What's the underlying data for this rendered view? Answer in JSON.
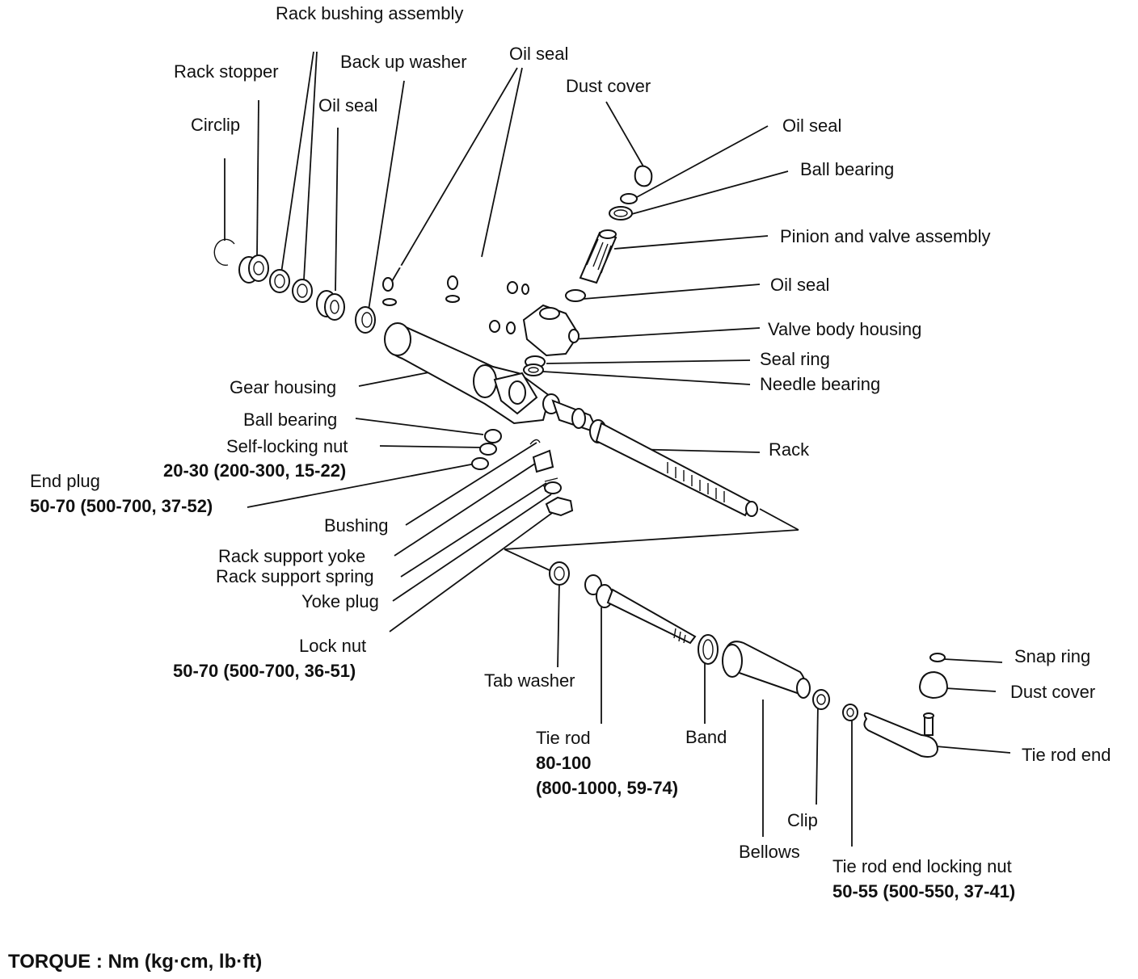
{
  "labels": {
    "rack_bushing_assembly": "Rack bushing assembly",
    "rack_stopper": "Rack stopper",
    "back_up_washer": "Back up washer",
    "oil_seal_top": "Oil seal",
    "dust_cover_top": "Dust cover",
    "circlip": "Circlip",
    "oil_seal_left": "Oil seal",
    "oil_seal_right_top": "Oil seal",
    "ball_bearing_top": "Ball bearing",
    "pinion_valve_assembly": "Pinion and valve assembly",
    "oil_seal_right_mid": "Oil seal",
    "valve_body_housing": "Valve body housing",
    "seal_ring": "Seal ring",
    "needle_bearing": "Needle bearing",
    "gear_housing": "Gear housing",
    "ball_bearing_left": "Ball bearing",
    "self_locking_nut": "Self-locking nut",
    "self_locking_nut_torque": "20-30 (200-300, 15-22)",
    "end_plug": "End plug",
    "end_plug_torque": "50-70 (500-700, 37-52)",
    "rack": "Rack",
    "bushing": "Bushing",
    "rack_support_yoke": "Rack support yoke",
    "rack_support_spring": "Rack support spring",
    "yoke_plug": "Yoke plug",
    "lock_nut": "Lock nut",
    "lock_nut_torque": "50-70 (500-700, 36-51)",
    "tab_washer": "Tab washer",
    "tie_rod": "Tie rod",
    "tie_rod_torque_1": "80-100",
    "tie_rod_torque_2": "(800-1000, 59-74)",
    "band": "Band",
    "bellows": "Bellows",
    "clip": "Clip",
    "tie_rod_end_locking_nut": "Tie rod end locking nut",
    "tie_rod_end_locking_nut_torque": "50-55 (500-550, 37-41)",
    "snap_ring": "Snap ring",
    "dust_cover_right": "Dust cover",
    "tie_rod_end": "Tie rod end"
  },
  "footer": {
    "torque_units": "TORQUE : Nm (kg·cm, lb·ft)"
  }
}
